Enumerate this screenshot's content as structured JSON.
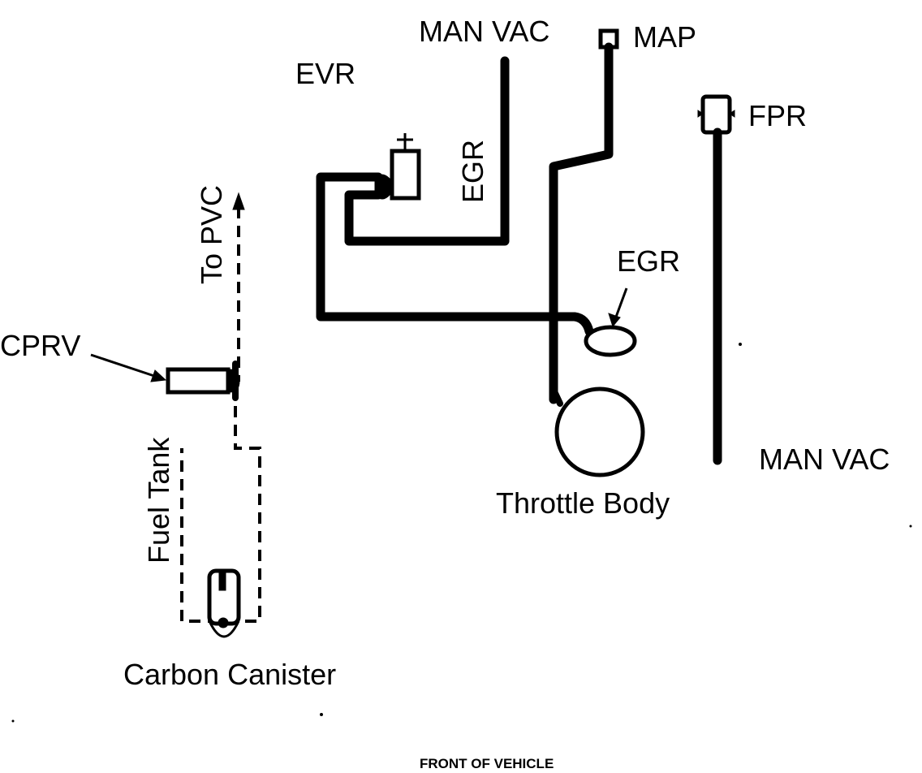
{
  "labels": {
    "man_vac_top": "MAN VAC",
    "map": "MAP",
    "evr": "EVR",
    "fpr": "FPR",
    "egr_vertical": "EGR",
    "egr_valve": "EGR",
    "to_pvc": "To PVC",
    "cprv": "CPRV",
    "fuel_tank": "Fuel Tank",
    "throttle_body": "Throttle Body",
    "man_vac_right": "MAN VAC",
    "carbon_canister": "Carbon Canister",
    "front_of_vehicle": "FRONT OF VEHICLE"
  },
  "colors": {
    "ink": "#000000",
    "paper": "#ffffff"
  }
}
